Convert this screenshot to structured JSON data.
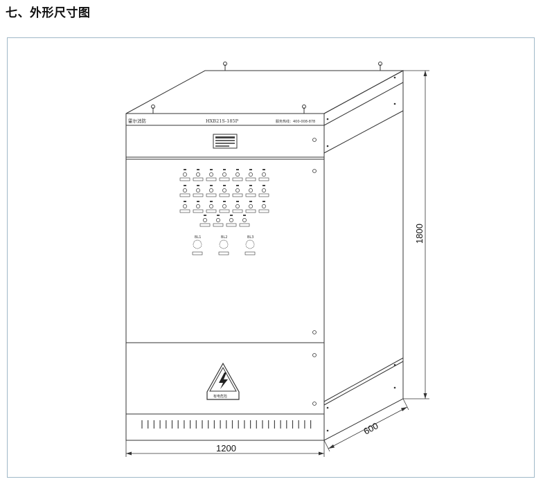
{
  "page": {
    "section_title": "七、外形尺寸图"
  },
  "cabinet": {
    "brand": "霍尔消防",
    "model": "HXB21S-185P",
    "service_line": "服务热线：400-008-878",
    "panel_groups": [
      "BL1",
      "BL2",
      "BL3"
    ],
    "warning_label": "有电危险"
  },
  "dimensions": {
    "width_label": "1200",
    "depth_label": "600",
    "height_label": "1800"
  },
  "colors": {
    "line": "#333333",
    "frame_border": "#9fb8c8",
    "hatch": "#666666"
  }
}
